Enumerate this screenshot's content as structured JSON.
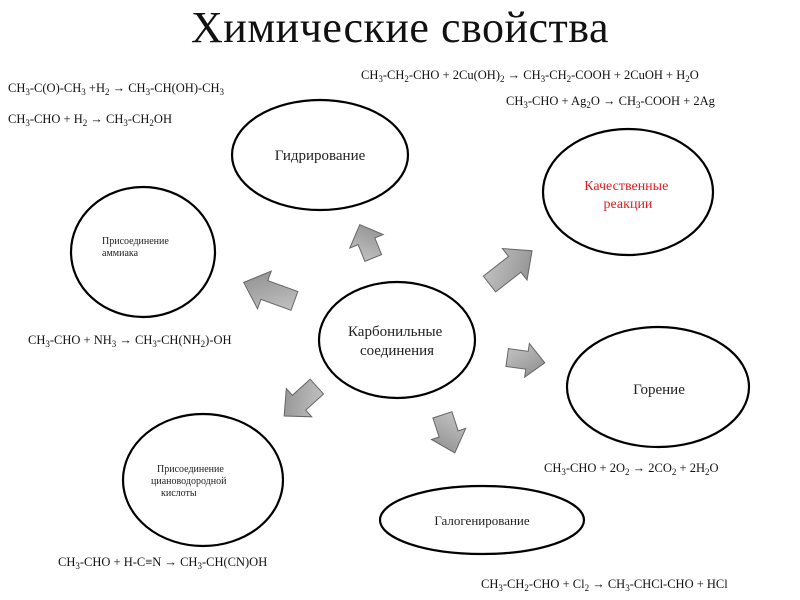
{
  "title": "Химические свойства",
  "colors": {
    "node_text": "#222222",
    "quality_text": "#e02020",
    "arrow_fill": "#9e9e9e",
    "outline": "#000000"
  },
  "nodes": {
    "center": [
      "Карбонильные",
      "соединения"
    ],
    "hydrogenation": [
      "Гидрирование"
    ],
    "qualitative": [
      "Качественные",
      "реакции"
    ],
    "ammonia": [
      "Присоединение",
      "аммиака"
    ],
    "combustion": [
      "Горение"
    ],
    "hcn": [
      "Присоединение",
      "циановодородной",
      "кислоты"
    ],
    "halogenation": [
      "Галогенирование"
    ]
  },
  "equations": {
    "hydro_1": "CH3-C(O)-CH3 +H2 → CH3-CH(OH)-CH3",
    "hydro_2": "CH3-CHO + H2 → CH3-CH2OH",
    "quality_1": "CH3-CH2-CHO + 2Cu(OH)2 → CH3-CH2-COOH + 2CuOH + H2O",
    "quality_2": "CH3-CHO + Ag2O → CH3-COOH + 2Ag",
    "ammonia": "CH3-CHO + NH3 → CH3-CH(NH2)-OH",
    "combustion": "CH3-CHO + 2O2 → 2CO2 + 2H2O",
    "hcn": "CH3-CHO + H-C≡N → CH3-CH(CN)OH",
    "halogen": "CH3-CH2-CHO + Cl2 → CH3-CHCl-CHO + HCl"
  }
}
